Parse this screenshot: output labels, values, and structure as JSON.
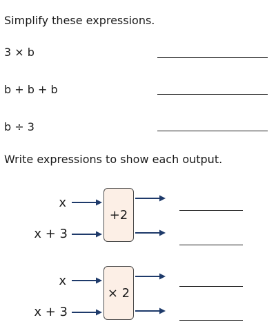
{
  "section1": {
    "heading": "Simplify these expressions.",
    "questions": [
      {
        "expression": "3 × b"
      },
      {
        "expression": "b + b + b"
      },
      {
        "expression": "b ÷ 3"
      }
    ]
  },
  "section2": {
    "heading": "Write expressions to show each output.",
    "machines": [
      {
        "operation": "+2",
        "inputs": [
          "x",
          "x + 3"
        ]
      },
      {
        "operation": "× 2",
        "inputs": [
          "x",
          "x + 3"
        ]
      }
    ]
  },
  "colors": {
    "arrow": "#1e3a6a",
    "box_fill": "#fcefe6",
    "box_border": "#4a4a4a"
  }
}
